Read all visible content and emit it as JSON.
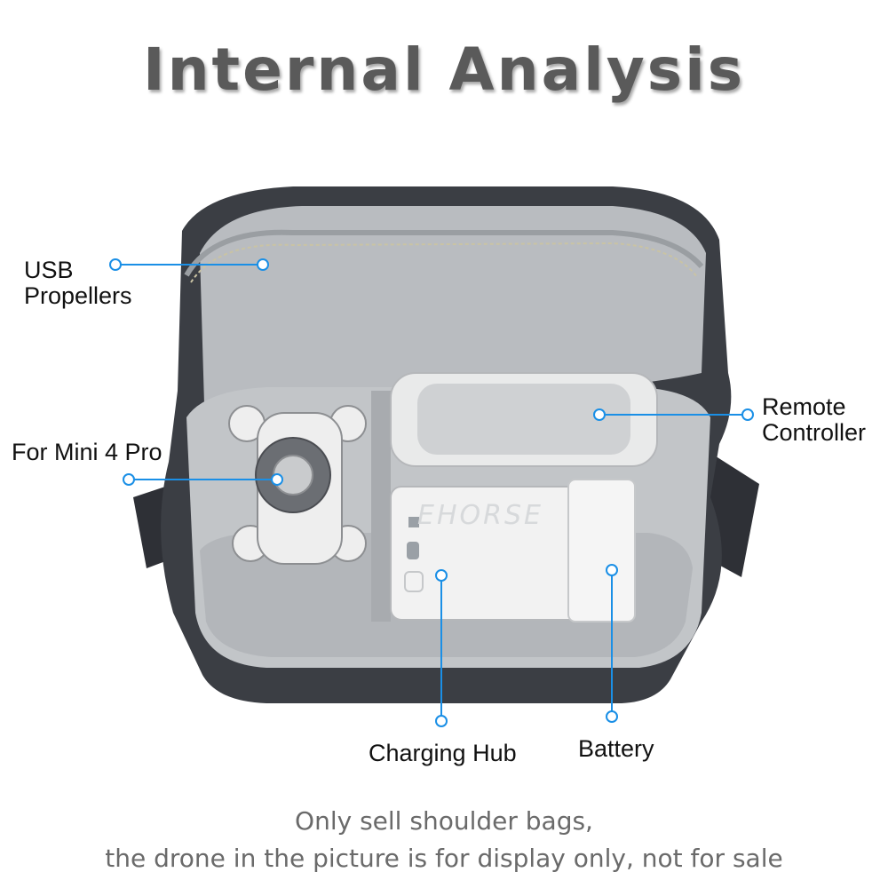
{
  "title": "Internal Analysis",
  "labels": {
    "usb_line1": "USB",
    "usb_line2": "Propellers",
    "mini": "For Mini 4 Pro",
    "remote_line1": "Remote",
    "remote_line2": "Controller",
    "hub": "Charging Hub",
    "battery": "Battery"
  },
  "watermark": "EHORSE",
  "footer": {
    "line1": "Only sell shoulder bags,",
    "line2": "the drone in the picture is for display only, not for sale"
  },
  "colors": {
    "accent": "#1a8fe6",
    "bag_outer": "#3b3e44",
    "bag_lining": "#b8bbbf",
    "title": "#5a5a5a"
  }
}
